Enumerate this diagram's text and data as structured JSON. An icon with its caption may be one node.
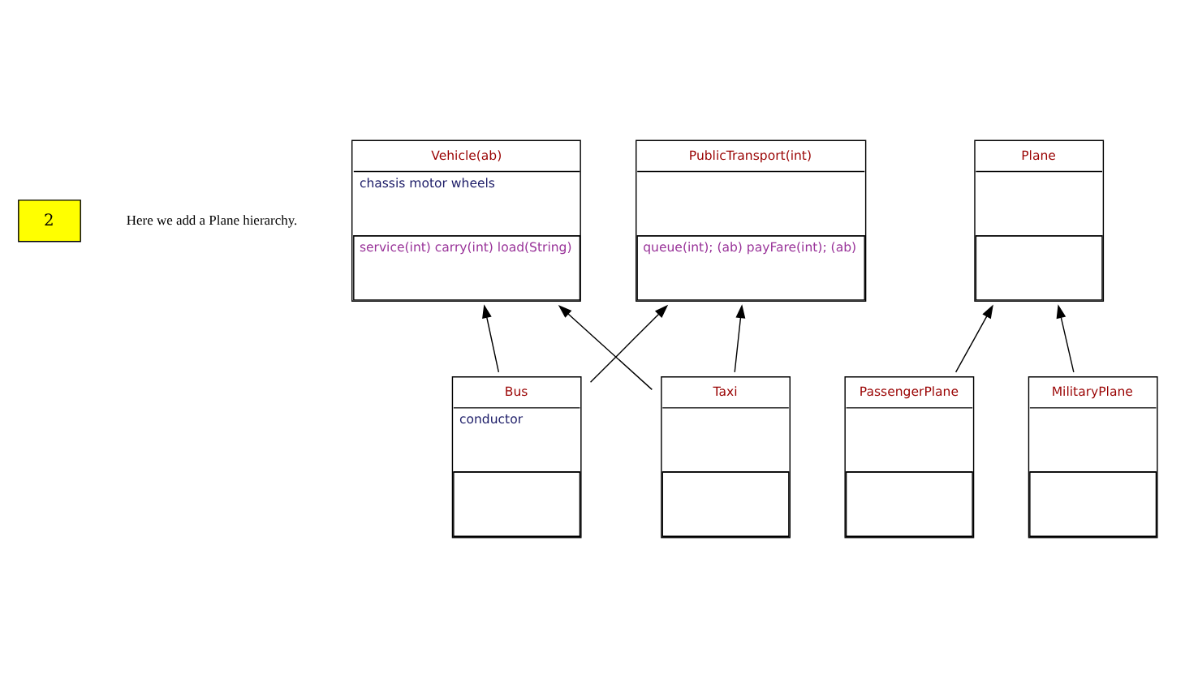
{
  "diagram": {
    "nodes": [
      {
        "text": [
          "2"
        ],
        "beside": [
          "Here we add a Plane hierarchy."
        ]
      },
      {
        "text": [
          "Vehicle(ab)",
          "chassis motor wheels",
          "service(int) carry(int) load(String)"
        ]
      },
      {
        "text": [
          "PublicTransport(int)",
          "queue(int); (ab) payFare(int); (ab)"
        ]
      },
      {
        "text": [
          "Plane"
        ]
      },
      {
        "text": [
          "Bus",
          "conductor"
        ]
      },
      {
        "text": [
          "Taxi"
        ]
      },
      {
        "text": [
          "PassengerPlane"
        ]
      },
      {
        "text": [
          "MilitaryPlane"
        ]
      }
    ],
    "edges": [
      {
        "from": 4,
        "to": 1,
        "arrow": "to"
      },
      {
        "from": 4,
        "to": 2,
        "arrow": "to"
      },
      {
        "from": 5,
        "to": 1,
        "arrow": "to"
      },
      {
        "from": 5,
        "to": 2,
        "arrow": "to"
      },
      {
        "from": 6,
        "to": 3,
        "arrow": "to"
      },
      {
        "from": 7,
        "to": 3,
        "arrow": "to"
      }
    ]
  }
}
